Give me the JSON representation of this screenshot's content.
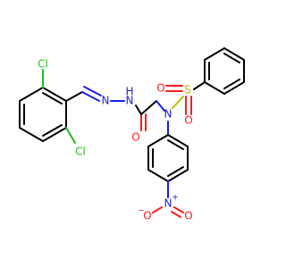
{
  "molecule": {
    "atoms": {
      "cl_top": "Cl",
      "cl_bottom": "Cl",
      "n_hydrazone": "N",
      "h_hydrazone": "H",
      "n_amide": "N",
      "o_carbonyl": "O",
      "n_sulfonamide": "N",
      "s_sulfonyl": "S",
      "o_sulfonyl_left": "O",
      "o_sulfonyl_bottom": "O",
      "n_nitro": "N",
      "nitro_plus": "+",
      "o_nitro_left": "O",
      "o_nitro_minus": "−",
      "o_nitro_right": "O"
    },
    "colors": {
      "carbon": "#000000",
      "nitrogen": "#1a1aff",
      "oxygen": "#ff1a1a",
      "sulfur": "#c8b400",
      "chlorine": "#1fbf1f"
    }
  }
}
